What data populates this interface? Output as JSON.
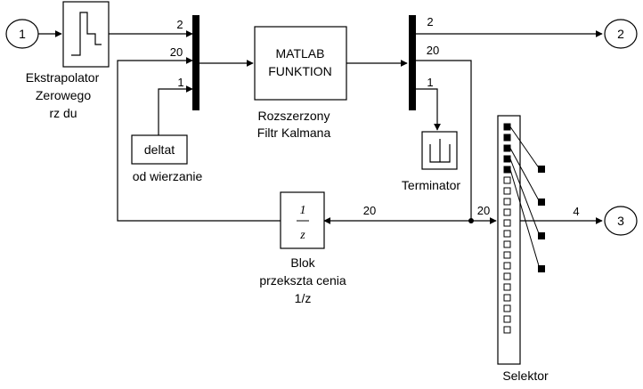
{
  "ports": {
    "in1": "1",
    "out2": "2",
    "out3": "3"
  },
  "zoh": {
    "label_line1": "Ekstrapolator",
    "label_line2": "Zerowego",
    "label_line3": "rz du"
  },
  "deltat": {
    "text": "deltat",
    "label": "od wierzanie"
  },
  "matlab": {
    "text_line1": "MATLAB",
    "text_line2": "FUNKTION",
    "label_line1": "Rozszerzony",
    "label_line2": "Filtr Kalmana"
  },
  "terminator": {
    "label": "Terminator"
  },
  "unit_delay": {
    "num": "1",
    "den": "z",
    "label_line1": "Blok",
    "label_line2": "przekszta cenia",
    "label_line3": "1/z"
  },
  "selector": {
    "label": "Selektor"
  },
  "signals": {
    "zoh_to_mux": "2",
    "delay_to_mux": "20",
    "deltat_to_mux": "1",
    "demux_to_out2": "2",
    "demux_to_delay": "20",
    "demux_to_term": "1",
    "delay_in": "20",
    "selector_in": "20",
    "selector_out": "4"
  }
}
